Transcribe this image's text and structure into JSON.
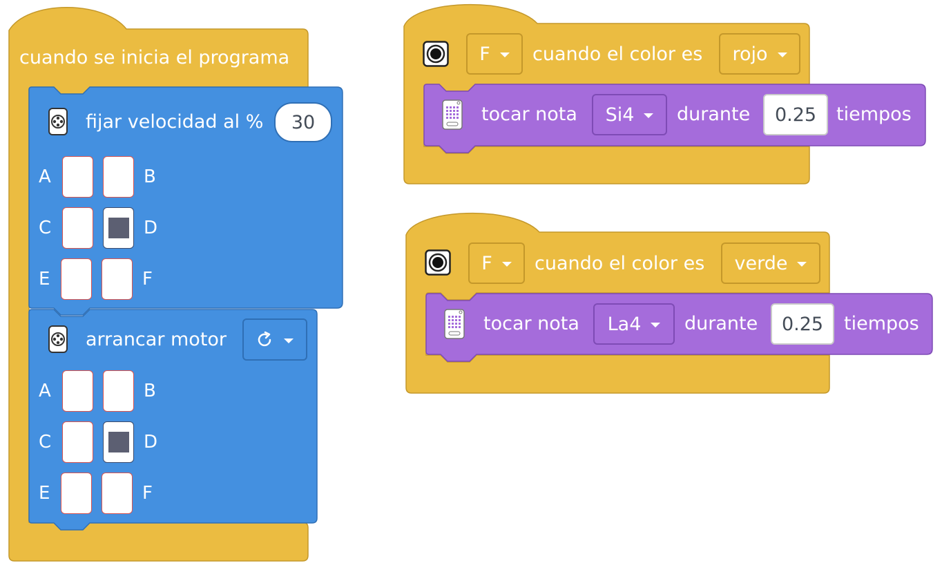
{
  "colors": {
    "events": "#EBBC41",
    "motors": "#4490E0",
    "sound": "#A56CDB"
  },
  "stack1": {
    "hat_label": "cuando se inicia el programa",
    "block1": {
      "icon": "motor-hub-icon",
      "label": "fijar velocidad al %",
      "value": "30",
      "ports": {
        "a": "A",
        "b": "B",
        "c": "C",
        "d": "D",
        "e": "E",
        "f": "F"
      },
      "selected_port": "D"
    },
    "block2": {
      "icon": "motor-hub-icon",
      "label": "arrancar motor",
      "direction_icon": "clockwise-arrow-icon",
      "ports": {
        "a": "A",
        "b": "B",
        "c": "C",
        "d": "D",
        "e": "E",
        "f": "F"
      },
      "selected_port": "D"
    }
  },
  "stack2": {
    "sensor_icon": "color-sensor-icon",
    "port": "F",
    "label": "cuando el color es",
    "color": "rojo",
    "block": {
      "icon": "speaker-icon",
      "label": "tocar nota",
      "note": "Si4",
      "during": "durante",
      "duration": "0.25",
      "unit": "tiempos"
    }
  },
  "stack3": {
    "sensor_icon": "color-sensor-icon",
    "port": "F",
    "label": "cuando el color es",
    "color": "verde",
    "block": {
      "icon": "speaker-icon",
      "label": "tocar nota",
      "note": "La4",
      "during": "durante",
      "duration": "0.25",
      "unit": "tiempos"
    }
  }
}
